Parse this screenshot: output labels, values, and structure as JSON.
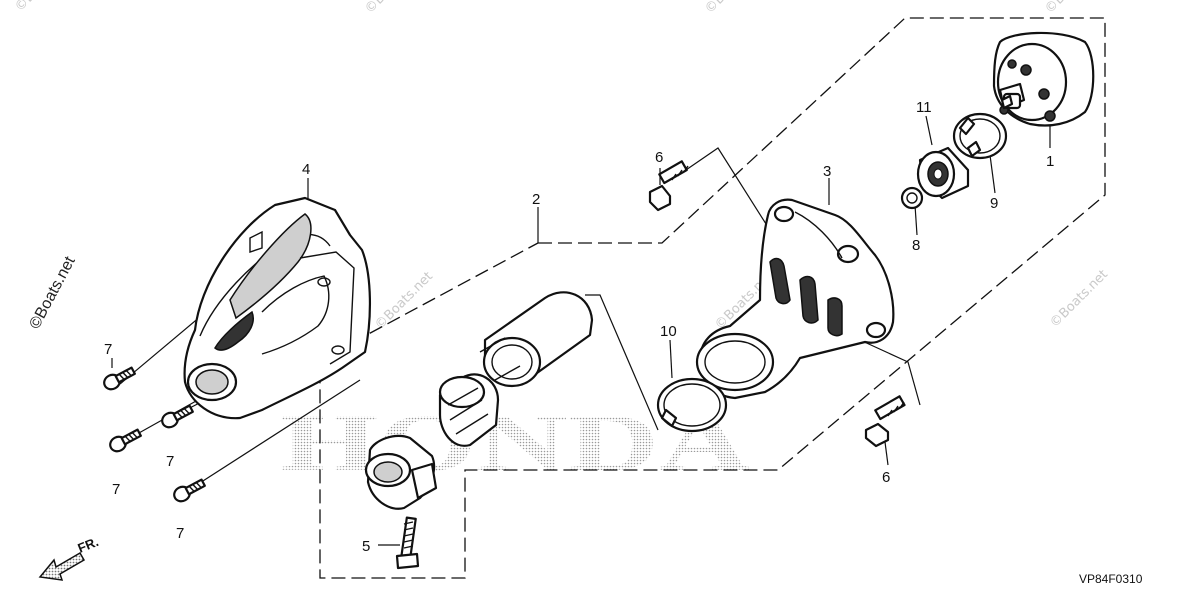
{
  "watermark_text": "©Boats.net",
  "brand_text": "HONDA",
  "diagram_code": "VP84F0310",
  "front_indicator": "FR.",
  "callouts": {
    "c1": "1",
    "c2": "2",
    "c3": "3",
    "c4": "4",
    "c5": "5",
    "c6a": "6",
    "c6b": "6",
    "c7a": "7",
    "c7b": "7",
    "c7c": "7",
    "c7d": "7",
    "c8": "8",
    "c9": "9",
    "c10": "10",
    "c11": "11"
  },
  "colors": {
    "line": "#111111",
    "halftone": "#9a9a9a",
    "watermark": "#c9c9c9"
  }
}
